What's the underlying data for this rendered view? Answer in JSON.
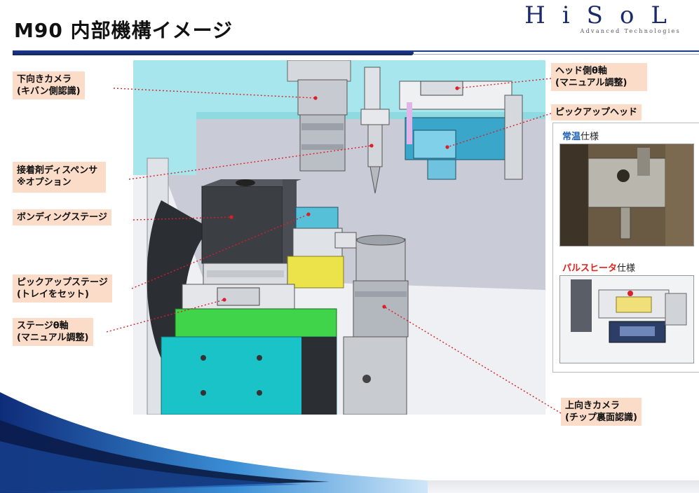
{
  "page": {
    "title": "M90 内部機構イメージ"
  },
  "logo": {
    "mark": "HiSoL",
    "subtitle": "Advanced Technologies"
  },
  "labels": {
    "down_camera_1": "下向きカメラ",
    "down_camera_2": "(キバン側認識)",
    "dispenser_1": "接着剤ディスペンサ",
    "dispenser_2": "※オプション",
    "bonding_stage": "ボンディングステージ",
    "pickup_stage_1": "ピックアップステージ",
    "pickup_stage_2": "(トレイをセット)",
    "stage_theta_1": "ステージθ軸",
    "stage_theta_2": "(マニュアル調整)",
    "head_theta_1": "ヘッド側θ軸",
    "head_theta_2": "(マニュアル調整)",
    "pickup_head": "ピックアップヘッド",
    "up_camera_1": "上向きカメラ",
    "up_camera_2": "(チップ裏面認識)"
  },
  "inset": {
    "normal_temp_highlight": "常温",
    "normal_temp_suffix": "仕様",
    "pulse_heater_highlight": "パルスヒータ",
    "pulse_heater_suffix": "仕様"
  },
  "colors": {
    "accent_blue": "#1d3a8e",
    "label_bg": "#fbdcc9",
    "leader_red": "#d8202a",
    "highlight_blue": "#1e5fb3",
    "highlight_red": "#e0201b"
  }
}
